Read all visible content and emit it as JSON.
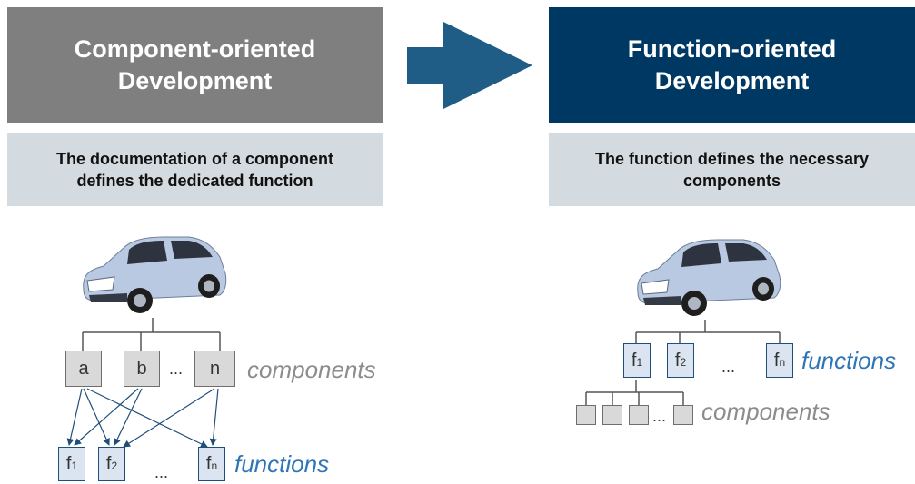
{
  "left": {
    "title": "Component-oriented\nDevelopment",
    "subtitle": "The documentation  of a component\ndefines the dedicated function",
    "components": [
      "a",
      "b",
      "n"
    ],
    "components_label": "components",
    "functions": [
      {
        "base": "f",
        "sub": "1"
      },
      {
        "base": "f",
        "sub": "2"
      },
      {
        "base": "f",
        "sub": "n"
      }
    ],
    "functions_label": "functions",
    "ellipsis": "..."
  },
  "right": {
    "title": "Function-oriented\nDevelopment",
    "subtitle": "The function defines the necessary\ncomponents",
    "functions": [
      {
        "base": "f",
        "sub": "1"
      },
      {
        "base": "f",
        "sub": "2"
      },
      {
        "base": "f",
        "sub": "n"
      }
    ],
    "functions_label": "functions",
    "components_label": "components",
    "ellipsis": "..."
  },
  "colors": {
    "left_header": "#7f7f7f",
    "right_header": "#003864",
    "arrow": "#1f5c86",
    "subtitle_bg": "#d4dbe0",
    "function_label": "#2e75b6",
    "component_label": "#8c8c8c"
  },
  "icons": [
    "car-image-left",
    "car-image-right",
    "right-arrow-icon"
  ]
}
